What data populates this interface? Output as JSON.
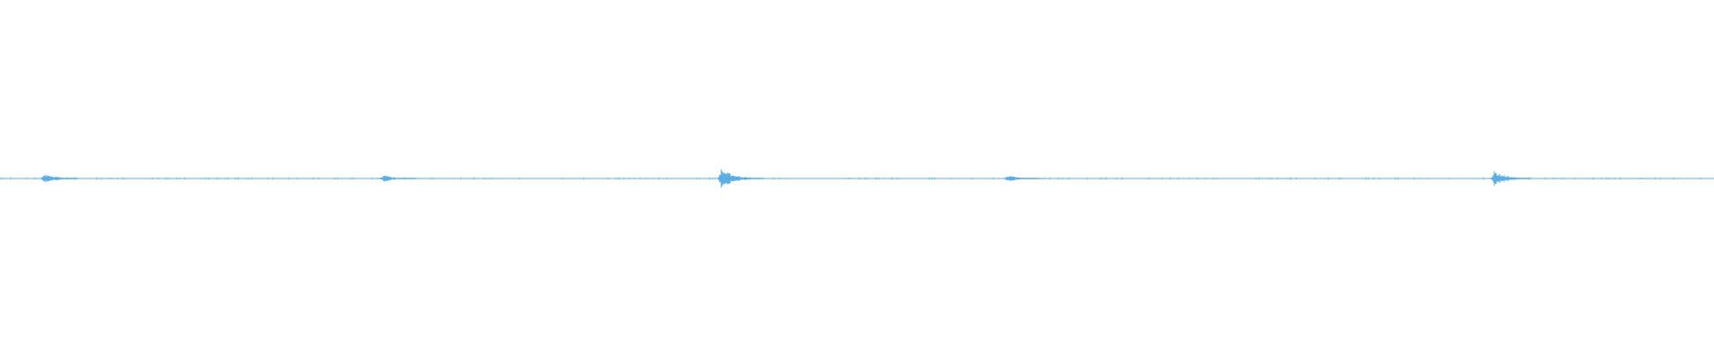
{
  "waveform": {
    "color": "#5aaee3",
    "background": "#ffffff",
    "bursts": [
      {
        "position": 0.026,
        "amplitude": 0.55
      },
      {
        "position": 0.224,
        "amplitude": 0.4
      },
      {
        "position": 0.421,
        "amplitude": 1.0
      },
      {
        "position": 0.588,
        "amplitude": 0.35
      },
      {
        "position": 0.872,
        "amplitude": 0.75
      }
    ]
  }
}
